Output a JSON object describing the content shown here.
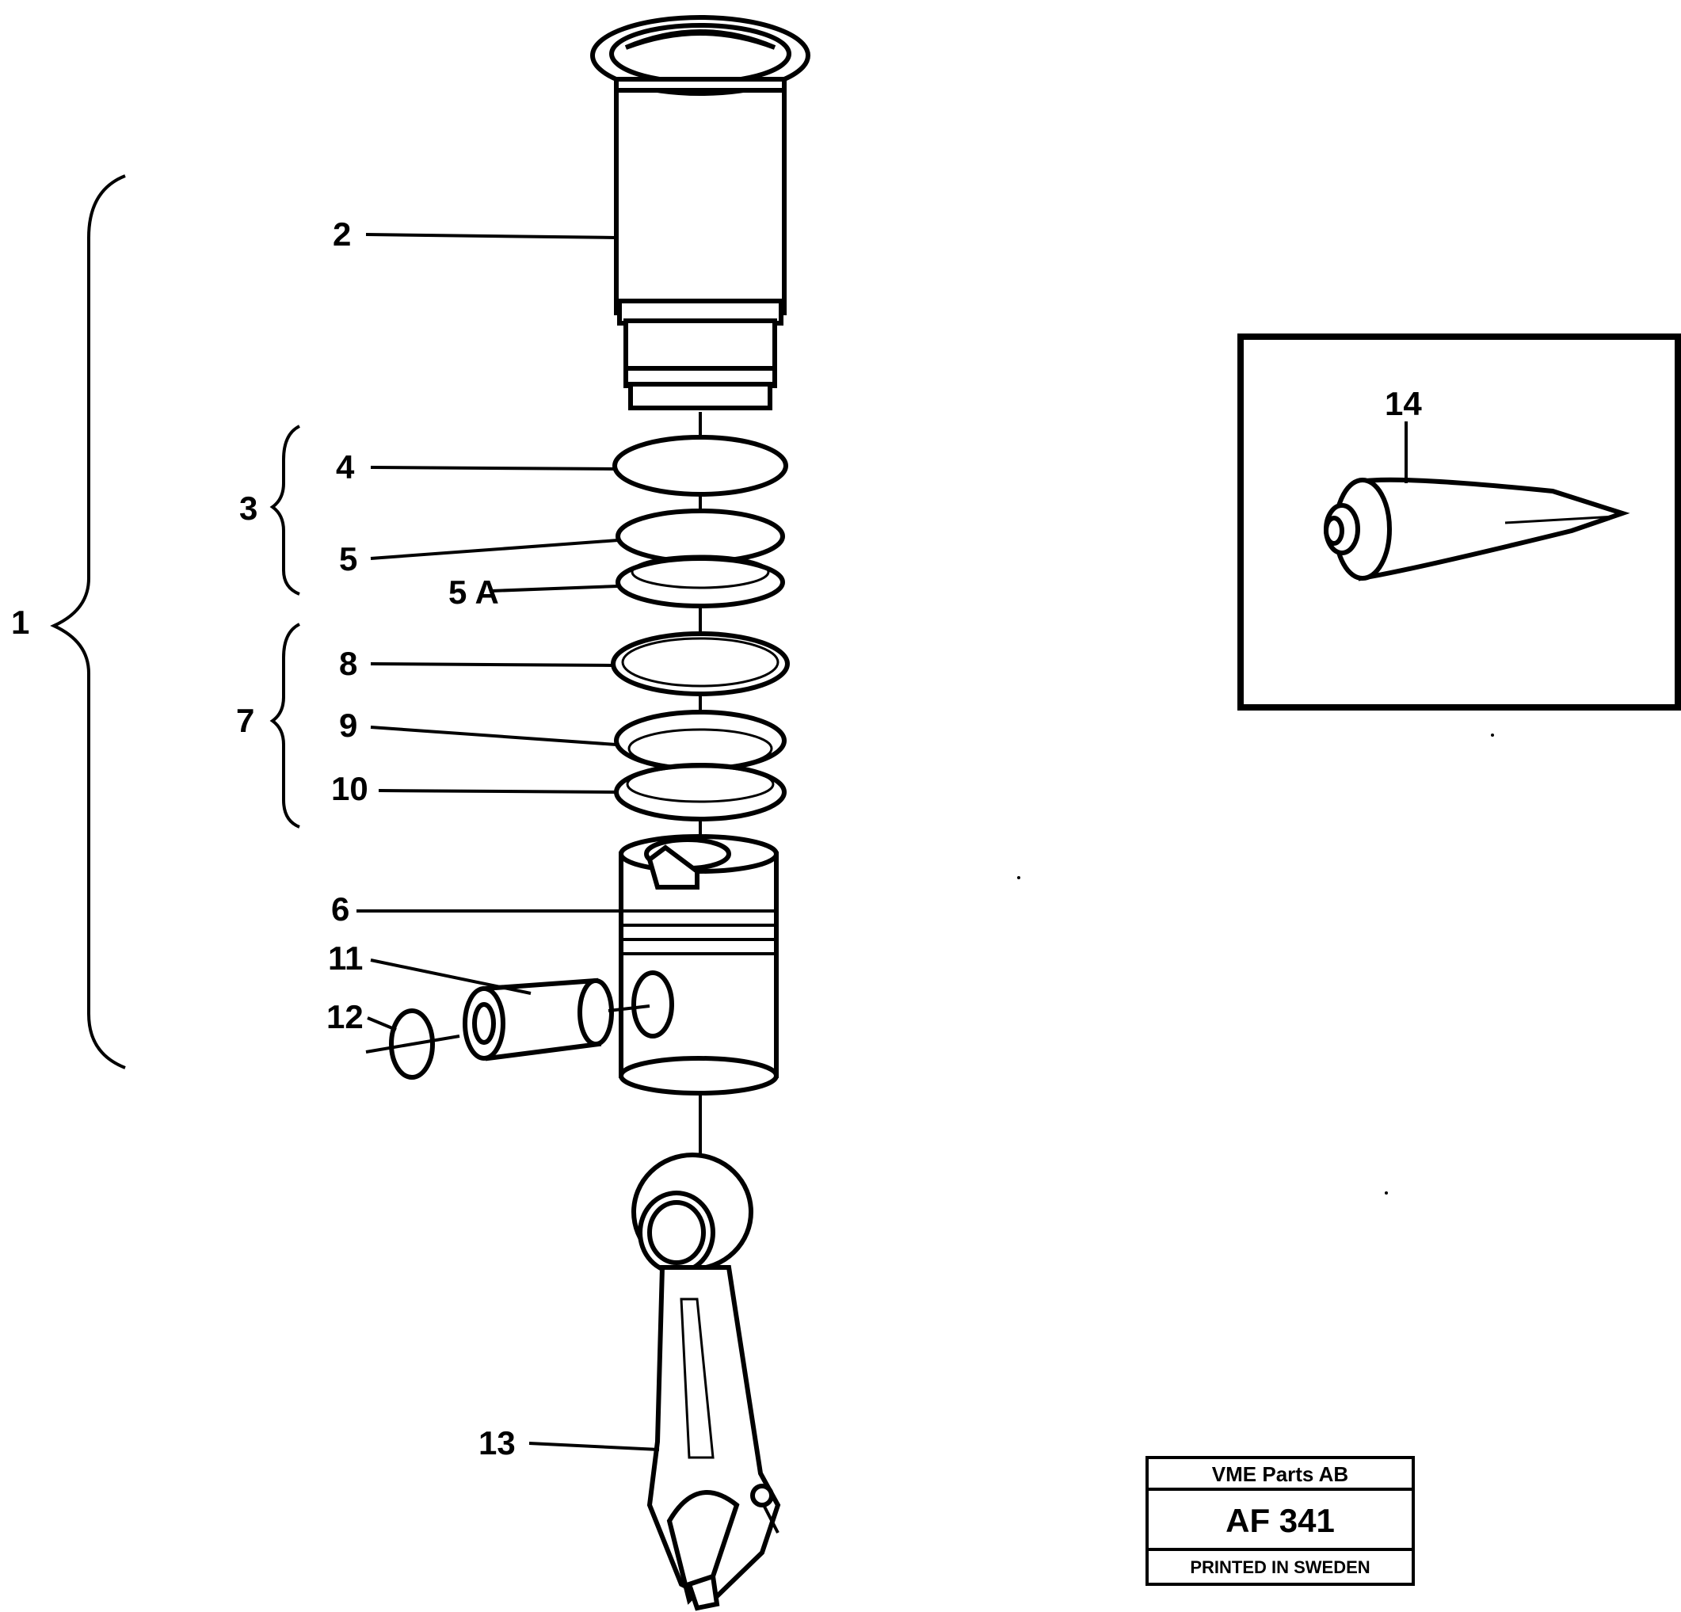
{
  "labels": {
    "l1": "1",
    "l2": "2",
    "l3": "3",
    "l4": "4",
    "l5": "5",
    "l5a": "5 A",
    "l6": "6",
    "l7": "7",
    "l8": "8",
    "l9": "9",
    "l10": "10",
    "l11": "11",
    "l12": "12",
    "l13": "13",
    "l14": "14"
  },
  "title_block": {
    "company": "VME Parts AB",
    "code": "AF 341",
    "printed": "PRINTED IN SWEDEN"
  },
  "parts": [
    {
      "id": "2",
      "icon": "cylinder-liner-icon"
    },
    {
      "id": "4",
      "icon": "seal-ring-icon"
    },
    {
      "id": "5",
      "icon": "seal-ring-icon"
    },
    {
      "id": "5A",
      "icon": "seal-ring-icon"
    },
    {
      "id": "6",
      "icon": "piston-icon"
    },
    {
      "id": "8",
      "icon": "piston-ring-icon"
    },
    {
      "id": "9",
      "icon": "piston-ring-icon"
    },
    {
      "id": "10",
      "icon": "piston-ring-icon"
    },
    {
      "id": "11",
      "icon": "piston-pin-icon"
    },
    {
      "id": "12",
      "icon": "circlip-icon"
    },
    {
      "id": "13",
      "icon": "connecting-rod-icon"
    },
    {
      "id": "14",
      "icon": "sealant-tube-icon"
    }
  ]
}
